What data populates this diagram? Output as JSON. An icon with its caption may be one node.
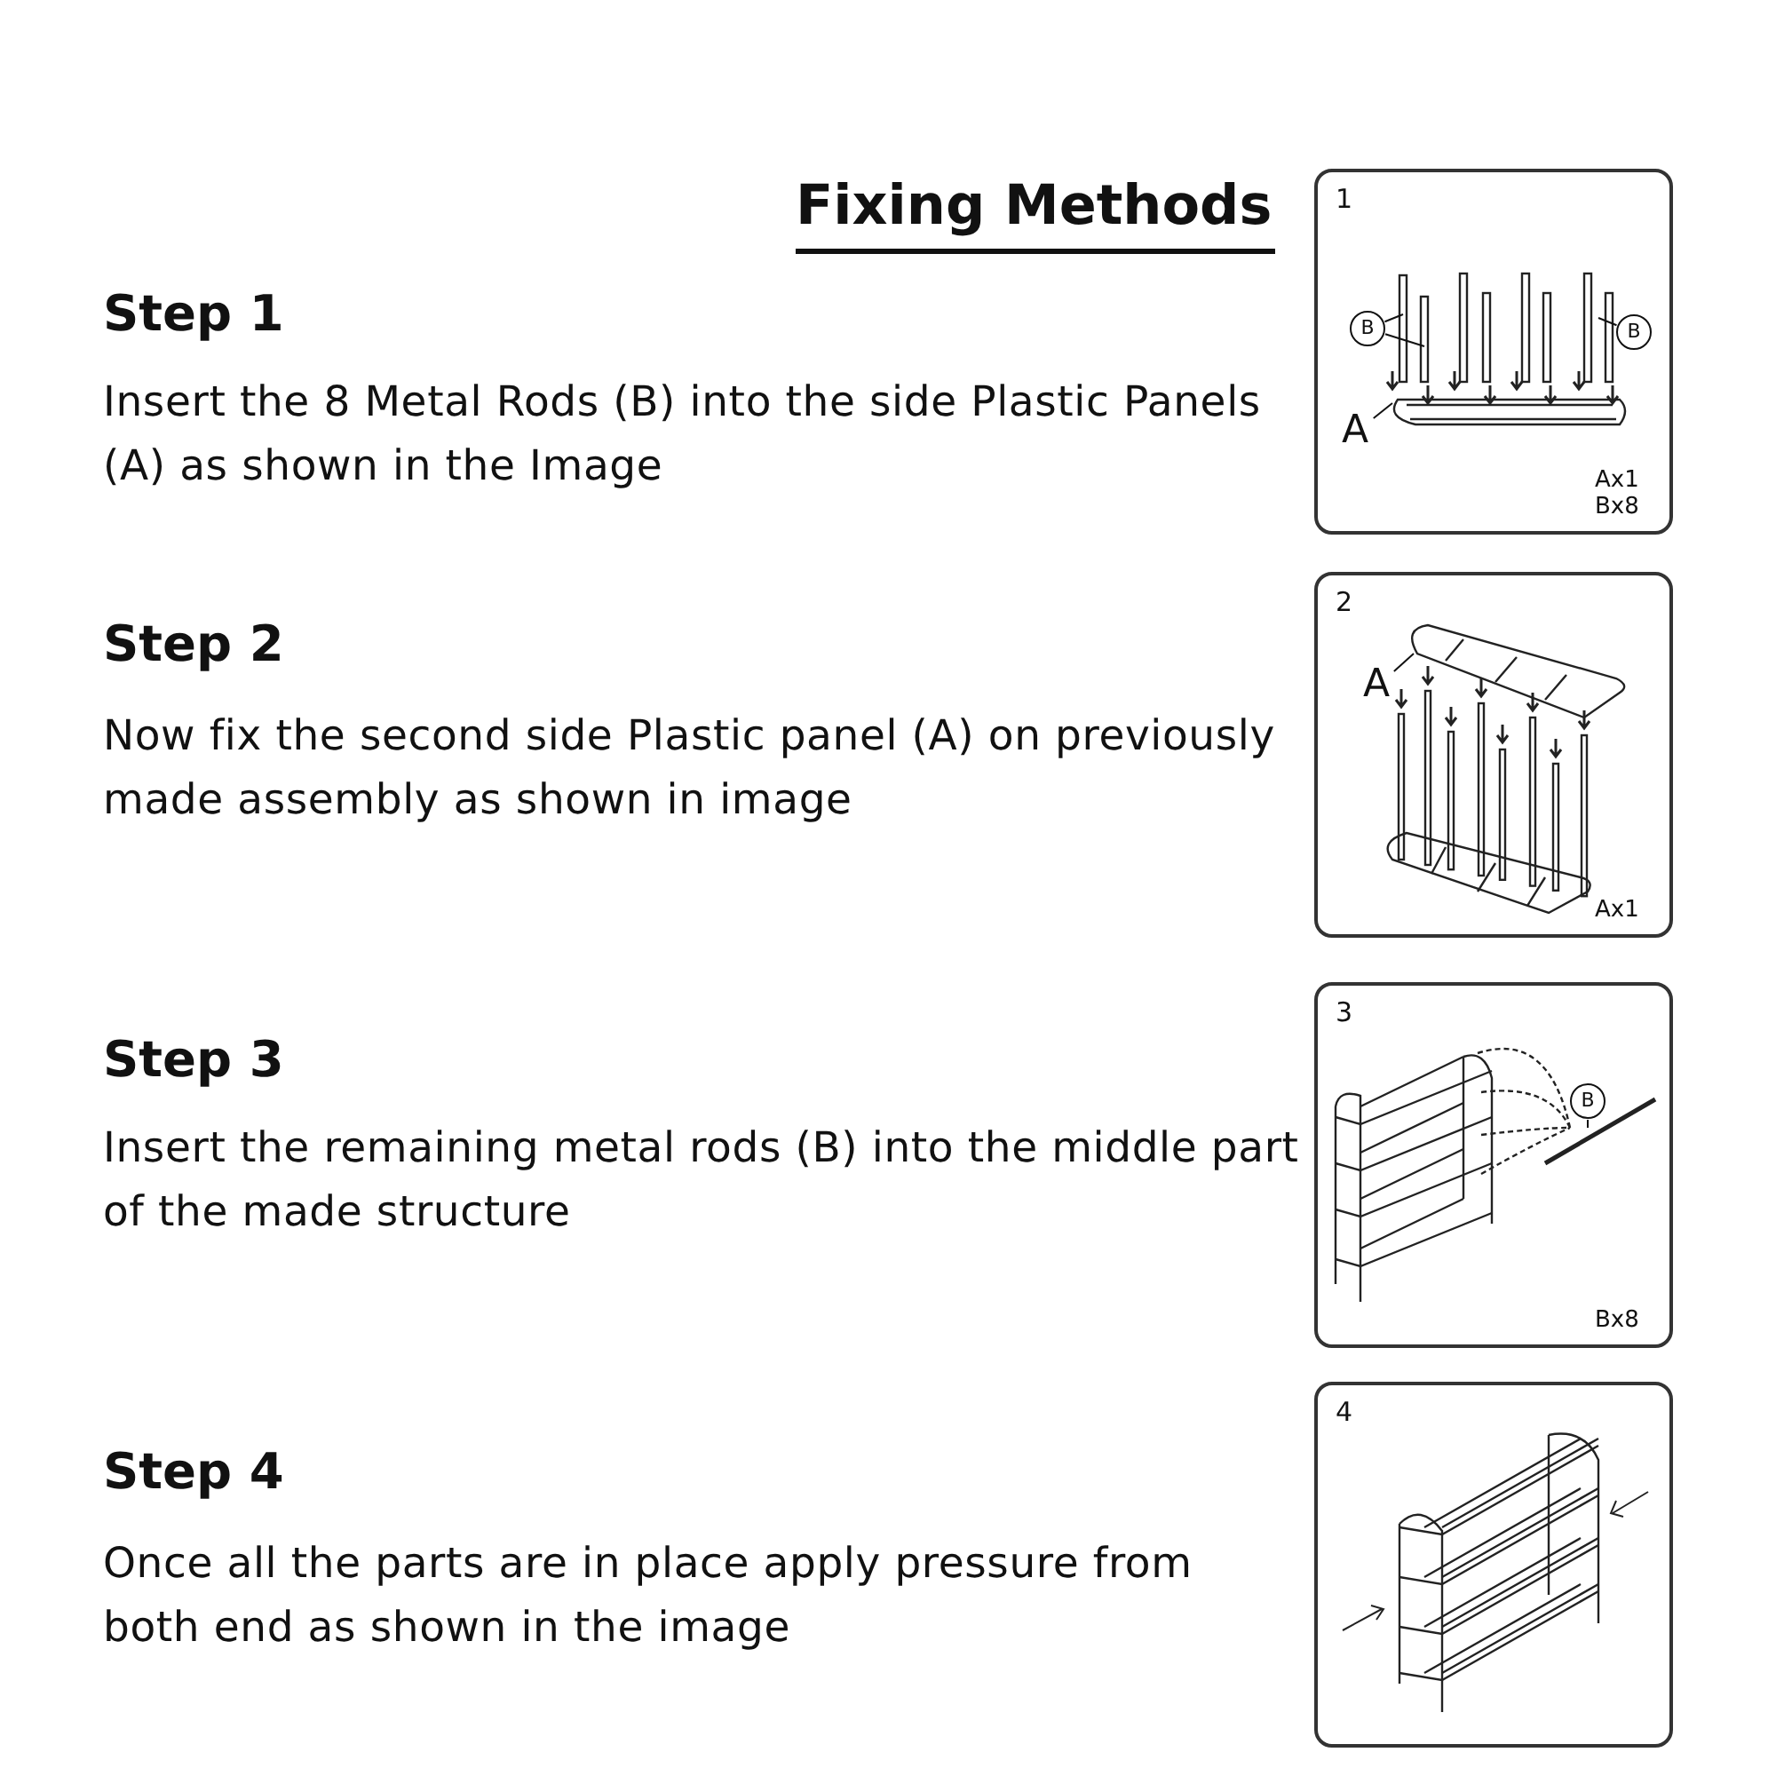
{
  "diagram": {
    "title": "Fixing Methods",
    "nodes": [
      {
        "text": [
          "1",
          "Ax1 Bx8"
        ]
      },
      {
        "text": [
          "B"
        ],
        "in": 0
      },
      {
        "text": [
          "B"
        ],
        "in": 0
      },
      {
        "text": [
          "A"
        ],
        "in": 0
      },
      {
        "text": [
          "2",
          "Ax1"
        ]
      },
      {
        "text": [
          "A"
        ],
        "in": 4
      },
      {
        "text": [
          "3",
          "Bx8"
        ]
      },
      {
        "text": [
          "B"
        ],
        "in": 6
      },
      {
        "text": [
          "4"
        ]
      }
    ],
    "edges": [
      {
        "from": 1,
        "to": null,
        "arrow": "none"
      },
      {
        "from": 1,
        "to": null,
        "arrow": "none"
      },
      {
        "from": 2,
        "to": null,
        "arrow": "none"
      },
      {
        "from": 3,
        "to": null,
        "arrow": "none"
      },
      {
        "from": 5,
        "to": null,
        "arrow": "none"
      },
      {
        "from": 7,
        "to": null,
        "arrow": "none"
      }
    ],
    "labels": [
      "Step 1",
      "Insert the 8 Metal Rods (B) into the side Plastic Panels (A) as shown in the Image",
      "Step 2",
      "Now fix the second side Plastic panel (A) on previously made assembly as shown in image",
      "Step 3",
      "Insert the remaining metal rods (B) into the middle part of the made structure",
      "Step 4",
      "Once all the parts are in place apply pressure from both end as shown in the image"
    ]
  }
}
